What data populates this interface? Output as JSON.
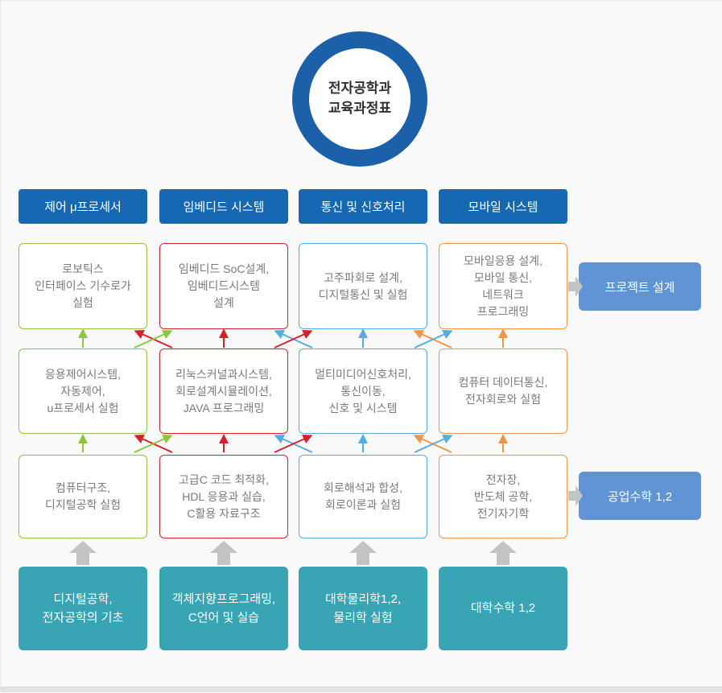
{
  "title": "전자공학과\n교육과정표",
  "tracks": [
    {
      "name": "제어 μ프로세서",
      "color": "#8cc63f",
      "levels": [
        "로보틱스\n인터페이스 기수로가\n실험",
        "응용제어시스템,\n자동제어,\nu프로세서 실험",
        "컴퓨터구조,\n디지털공학 실험"
      ],
      "foundation": "디지털공학,\n전자공학의 기초"
    },
    {
      "name": "임베디드 시스템",
      "color": "#d6212b",
      "levels": [
        "임베디드 SoC설계,\n임베디드시스템\n설계",
        "리눅스커널과시스템,\n회로설계시뮬레이션,\nJAVA 프로그래밍",
        "고급C 코드 최적화,\nHDL 응용과 실습,\nC활용 자료구조"
      ],
      "foundation": "객체지향프로그래밍,\nC언어 및 실습"
    },
    {
      "name": "통신 및 신호처리",
      "color": "#54ade2",
      "levels": [
        "고주파회로 설계,\n디지털통신 및 실험",
        "멀티미디어신호처리,\n통신이동,\n신호 및 시스템",
        "회로해석과 합성,\n회로이론과 실험"
      ],
      "foundation": "대학물리학1,2,\n물리학 실험"
    },
    {
      "name": "모바일 시스템",
      "color": "#f0964a",
      "levels": [
        "모바일응용 설계,\n모바일 통신,\n네트워크\n프로그래밍",
        "컴퓨터 데이터통신,\n전자회로와 실험",
        "전자장,\n반도체 공학,\n전기자기학"
      ],
      "foundation": "대학수학 1,2"
    }
  ],
  "side": {
    "project": "프로젝트 설계",
    "math": "공업수학 1,2"
  },
  "palette": {
    "header_blue": "#1568b1",
    "circle_blue": "#1b61aa",
    "side_blue": "#6094d3",
    "foundation_teal": "#39a5b4",
    "track_green": "#8cc63f",
    "track_red": "#d6212b",
    "track_blue": "#54ade2",
    "track_orange": "#f0964a",
    "gray_arrow": "#c3c3c3",
    "background": "#f9f9f9"
  }
}
